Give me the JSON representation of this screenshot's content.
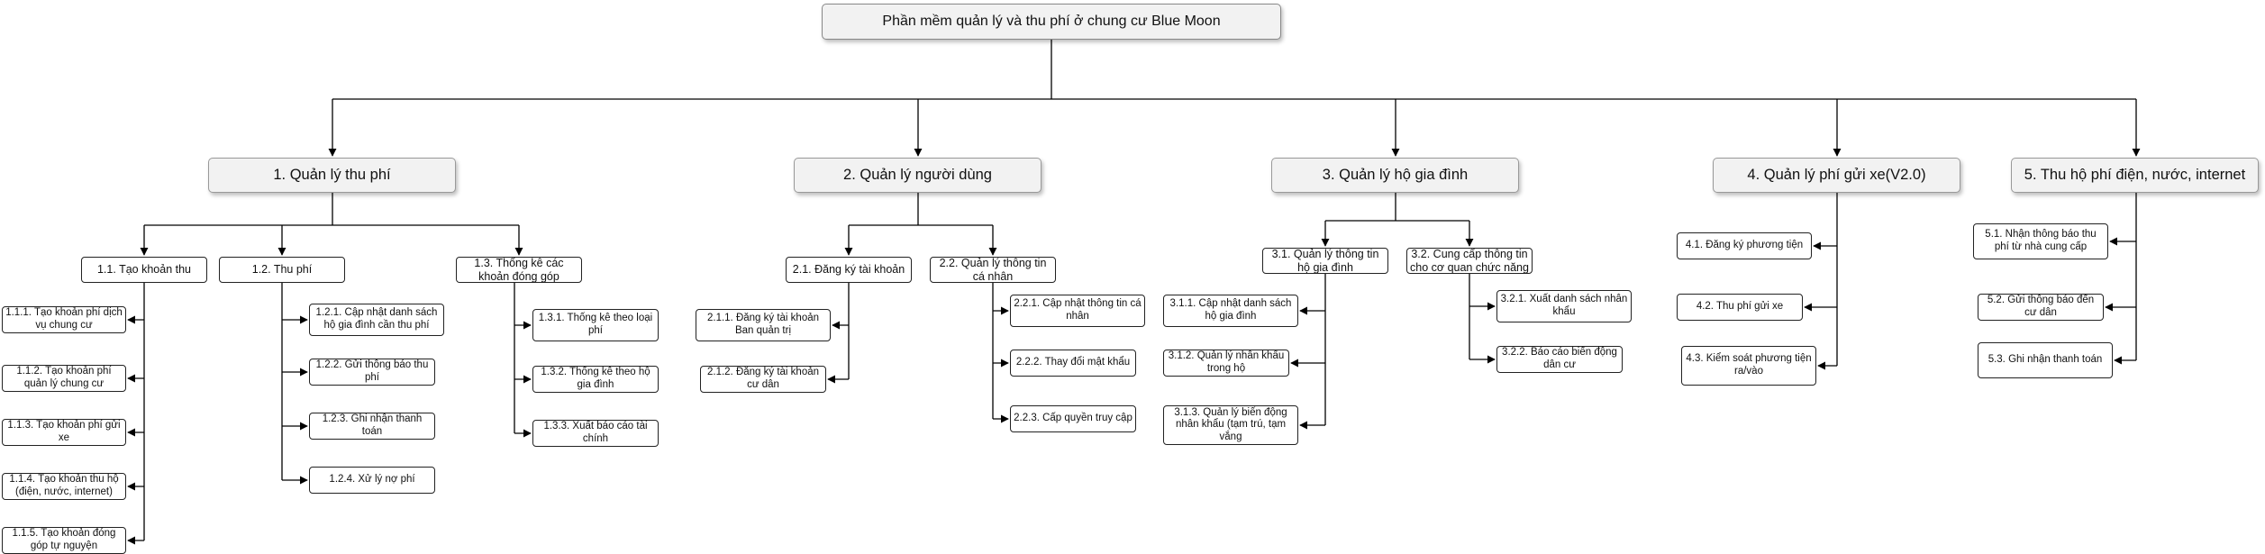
{
  "diagram": {
    "root": "Phần mềm quản lý và thu phí ở chung cư Blue Moon",
    "modules": [
      "1. Quản lý thu phí",
      "2. Quản lý người dùng",
      "3. Quản lý hộ gia đình",
      "4. Quản lý phí gửi xe(V2.0)",
      "5. Thu hộ phí điện, nước, internet"
    ],
    "subs": {
      "m1_1": "1.1. Tạo khoản thu",
      "m1_2": "1.2. Thu phí",
      "m1_3": "1.3. Thống kê các khoản đóng góp",
      "m2_1": "2.1. Đăng ký tài khoản",
      "m2_2": "2.2. Quản lý thông tin cá nhân",
      "m3_1": "3.1. Quản lý thông tin hộ gia đình",
      "m3_2": "3.2. Cung cấp thông tin cho cơ quan chức năng"
    },
    "leaves": {
      "l111": "1.1.1. Tạo khoản phí dịch vụ chung cư",
      "l112": "1.1.2. Tạo khoản phí quản lý chung cư",
      "l113": "1.1.3. Tạo khoản phí gửi xe",
      "l114": "1.1.4. Tạo khoản thu hộ (điện, nước, internet)",
      "l115": "1.1.5. Tạo khoản đóng góp tự nguyện",
      "l121": "1.2.1. Cập nhật danh sách hộ gia đình cần thu phí",
      "l122": "1.2.2. Gửi thông báo thu phí",
      "l123": "1.2.3. Ghi nhận thanh toán",
      "l124": "1.2.4. Xử lý nợ phí",
      "l131": "1.3.1. Thống kê theo loại phí",
      "l132": "1.3.2. Thống kê theo hộ gia đình",
      "l133": "1.3.3. Xuất báo cáo tài chính",
      "l211": "2.1.1. Đăng ký tài khoản Ban quản trị",
      "l212": "2.1.2. Đăng ký tài khoản cư dân",
      "l221": "2.2.1. Cập nhật thông tin cá nhân",
      "l222": "2.2.2. Thay đổi mật khẩu",
      "l223": "2.2.3. Cấp quyền truy cập",
      "l311": "3.1.1. Cập nhật danh sách hộ gia đình",
      "l312": "3.1.2. Quản lý nhân khẩu trong hộ",
      "l313": "3.1.3. Quản lý biến động nhân khẩu (tạm trú, tạm vắng",
      "l321": "3.2.1. Xuất danh sách nhân khẩu",
      "l322": "3.2.2. Báo cáo biến động dân cư",
      "l41": "4.1. Đăng ký phương tiện",
      "l42": "4.2. Thu phí gửi xe",
      "l43": "4.3. Kiểm soát phương tiện ra/vào",
      "l51": "5.1. Nhận thông báo thu phí từ nhà cung cấp",
      "l52": "5.2. Gửi thông báo đến cư dân",
      "l53": "5.3. Ghi nhận thanh toán"
    }
  }
}
